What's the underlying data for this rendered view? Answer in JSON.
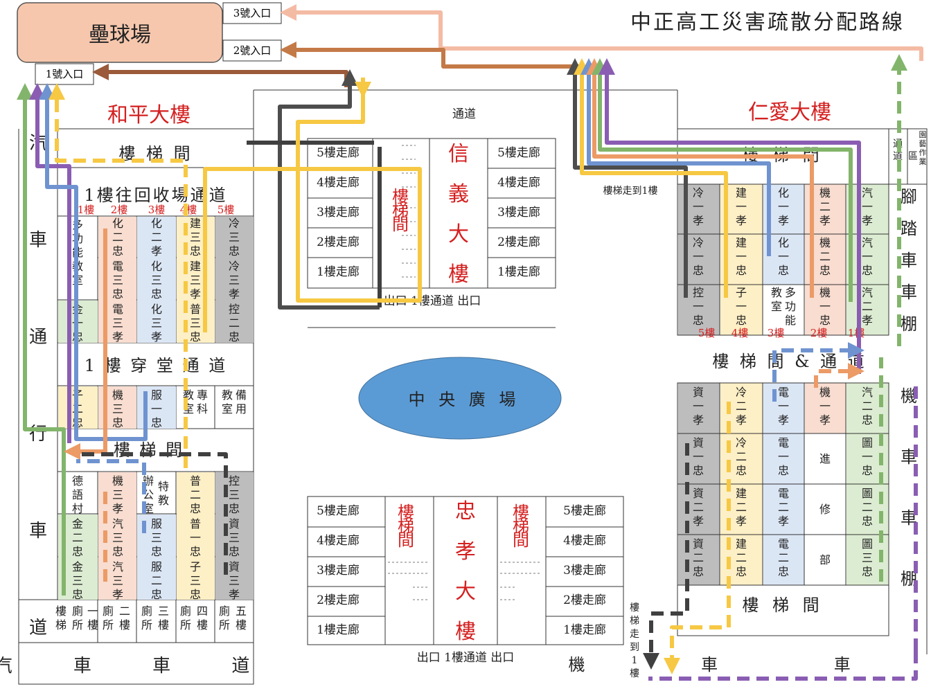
{
  "title": "中正高工災害疏散分配路線",
  "field": {
    "name": "壘球場",
    "entrance1": "1號入口",
    "entrance2": "2號入口",
    "entrance3": "3號入口"
  },
  "heping": {
    "name": "和平大樓",
    "stair_top": "樓 梯 間",
    "corridor1": "1樓往回收場通道",
    "floor_tags": [
      "1樓",
      "2樓",
      "3樓",
      "4樓",
      "5樓"
    ],
    "rooms_top": [
      "多功能教室",
      "化二忠",
      "化二孝",
      "建三忠",
      "冷三忠",
      "電三忠",
      "化三忠",
      "建三孝",
      "冷三孝",
      "金一忠",
      "電三孝",
      "化三孝",
      "普三忠",
      "控二忠"
    ],
    "corridor2": "1 樓 穿 堂 通 道",
    "rooms_mid": [
      "子二忠",
      "機三忠",
      "服一忠",
      "專科教室",
      "備用教室"
    ],
    "stair_mid": "樓 梯 間",
    "rooms_bot": [
      "德語村",
      "機三孝",
      "特教",
      "辦公室",
      "普二忠",
      "控三忠",
      "金二忠",
      "汽三忠",
      "服三忠",
      "普一忠",
      "資三忠",
      "金三忠",
      "汽三孝",
      "服二忠",
      "子三忠",
      "資三孝"
    ],
    "restrooms": [
      "樓梯",
      "廁所",
      "一樓",
      "廁所",
      "二樓",
      "廁所",
      "三樓",
      "廁所",
      "四樓",
      "廁所",
      "五樓"
    ]
  },
  "left_road": "汽 車 通 行 車 道",
  "bottom_road": "汽 車 車 道",
  "xinyi": {
    "name": "信義大樓",
    "passage": "通道",
    "stair": "樓梯間",
    "floors": [
      "5樓走廊",
      "4樓走廊",
      "3樓走廊",
      "2樓走廊",
      "1樓走廊"
    ],
    "bottom": "出口 1樓通道 出口"
  },
  "plaza": "中 央 廣 場",
  "zhongxiao": {
    "name": "忠孝大樓",
    "stair": "樓梯間",
    "floors": [
      "5樓走廊",
      "4樓走廊",
      "3樓走廊",
      "2樓走廊",
      "1樓走廊"
    ],
    "bottom": "出口 1樓通道 出口"
  },
  "renai": {
    "name": "仁愛大樓",
    "stair_top": "樓 梯 間",
    "side_top": [
      "通道",
      "區",
      "園藝作業"
    ],
    "walk_note": "樓梯走到1樓",
    "rooms_top": [
      "冷一孝",
      "建一孝",
      "化一孝",
      "機二孝",
      "汽一孝",
      "冷一忠",
      "建一忠",
      "化一忠",
      "機二忠",
      "汽一忠",
      "控一忠",
      "子一忠",
      "多功能教室",
      "機一忠",
      "汽二孝"
    ],
    "floor_tags": [
      "5樓",
      "4樓",
      "3樓",
      "2樓",
      "1樓"
    ],
    "corridor": "樓 梯 間 & 通 道",
    "rooms_bot": [
      "資一孝",
      "冷二孝",
      "電一孝",
      "機一孝",
      "汽二忠",
      "資一忠",
      "冷二忠",
      "電一忠",
      "進",
      "圖一忠",
      "資二孝",
      "建二孝",
      "電二孝",
      "修",
      "圖二忠",
      "資二忠",
      "建二忠",
      "電二忠",
      "部",
      "圖三忠"
    ],
    "stair_bot": "樓 梯 間",
    "walk_note2": "樓梯走到1樓"
  },
  "bike_shed": "腳踏車車棚",
  "moto_shed": "機車車棚",
  "moto_road": "機 車 車 道",
  "route_colors": {
    "floor1": "#82b56b",
    "floor2": "#ec9a66",
    "floor3": "#6f93d0",
    "floor4": "#f6c843",
    "floor5": "#525252",
    "purple": "#8a5db3",
    "brown": "#ad6a3e",
    "peach": "#f4bba4"
  }
}
